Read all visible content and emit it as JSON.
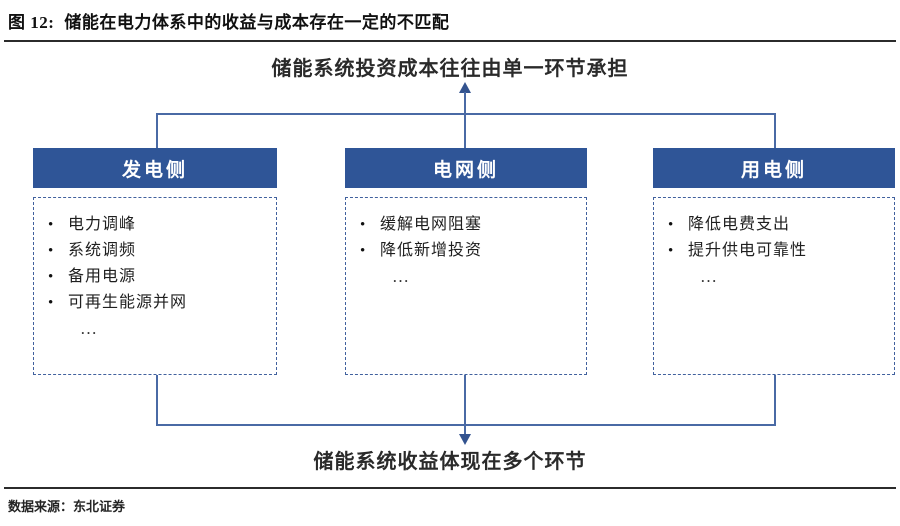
{
  "figure": {
    "number": "图 12:",
    "title": "储能在电力体系中的收益与成本存在一定的不匹配",
    "source": "数据来源：东北证券"
  },
  "captions": {
    "top": "储能系统投资成本往往由单一环节承担",
    "bottom": "储能系统收益体现在多个环节"
  },
  "columns": [
    {
      "header": "发电侧",
      "items": [
        "电力调峰",
        "系统调频",
        "备用电源",
        "可再生能源并网"
      ],
      "ellipsis": "…"
    },
    {
      "header": "电网侧",
      "items": [
        "缓解电网阻塞",
        "降低新增投资"
      ],
      "ellipsis": "…"
    },
    {
      "header": "用电侧",
      "items": [
        "降低电费支出",
        "提升供电可靠性"
      ],
      "ellipsis": "…"
    }
  ],
  "colors": {
    "header_blue": "#2f5597",
    "dashed_border": "#41619e",
    "connector": "#4a6aa5",
    "arrow": "#33538f",
    "rule": "#2b2b2b"
  },
  "bullet_glyph": "•"
}
